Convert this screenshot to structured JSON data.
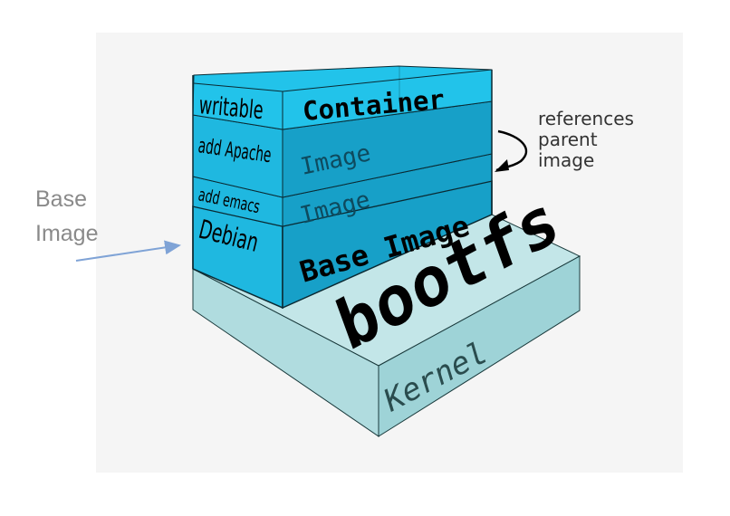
{
  "diagram": {
    "title": "Docker image layers",
    "layers": [
      {
        "id": "container",
        "left_label": "writable",
        "right_label": "Container"
      },
      {
        "id": "apache",
        "left_label": "add Apache",
        "right_label": "Image"
      },
      {
        "id": "emacs",
        "left_label": "add emacs",
        "right_label": "Image"
      },
      {
        "id": "base",
        "left_label": "Debian",
        "right_label": "Base Image"
      },
      {
        "id": "bootfs",
        "top_label": "bootfs",
        "front_label": "Kernel"
      }
    ],
    "annotations": {
      "base_image_label_line1": "Base",
      "base_image_label_line2": "Image",
      "references_line1": "references",
      "references_line2": "parent",
      "references_line3": "image"
    },
    "colors": {
      "container_top": "#22c3ea",
      "layer_left": "#1fb8e0",
      "layer_right": "#17a0c8",
      "kernel_top": "#c3e6e8",
      "kernel_left": "#b0dcdf",
      "kernel_right": "#9ed3d7",
      "background_panel": "#f5f5f5",
      "base_arrow": "#7fa3d6"
    }
  }
}
